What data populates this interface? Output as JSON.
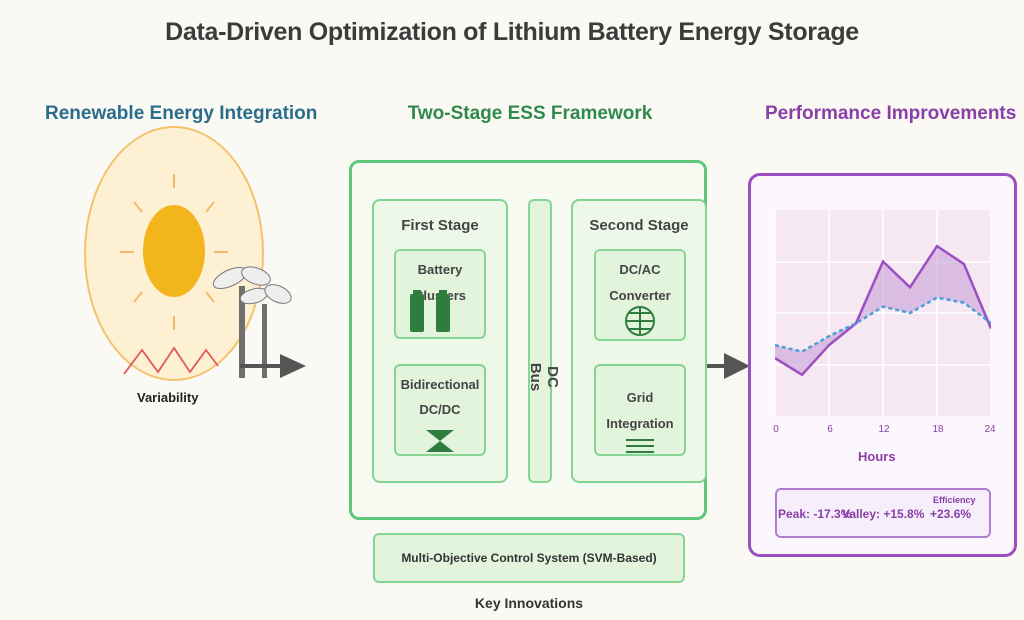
{
  "title": "Data-Driven Optimization of Lithium Battery Energy Storage",
  "renewable": {
    "title": "Renewable Energy Integration",
    "variability_label": "Variability"
  },
  "ess": {
    "title": "Two-Stage ESS Framework",
    "first_stage": {
      "label": "First Stage",
      "battery_label": "Battery Clusters",
      "dcdc_label_1": "Bidirectional",
      "dcdc_label_2": "DC/DC"
    },
    "dc_bus_label": "DC Bus",
    "second_stage": {
      "label": "Second Stage",
      "converter_label_1": "DC/AC",
      "converter_label_2": "Converter",
      "grid_label_1": "Grid",
      "grid_label_2": "Integration"
    },
    "control_label": "Multi-Objective Control System (SVM-Based)",
    "innovations_label": "Key Innovations"
  },
  "performance": {
    "title": "Performance Improvements",
    "chart_data": {
      "type": "line",
      "xlabel": "Hours",
      "x_ticks": [
        "0",
        "6",
        "12",
        "18",
        "24"
      ],
      "xlim": [
        0,
        24
      ],
      "series": [
        {
          "style": "solid",
          "color": "#9b4fc0",
          "x": [
            0,
            3,
            6,
            9,
            12,
            15,
            18,
            21,
            24
          ],
          "y": [
            0.45,
            0.32,
            0.55,
            0.72,
            1.2,
            1.0,
            1.32,
            1.18,
            0.68
          ]
        },
        {
          "style": "dashed",
          "color": "#4a9fd8",
          "x": [
            0,
            3,
            6,
            9,
            12,
            15,
            18,
            21,
            24
          ],
          "y": [
            0.55,
            0.5,
            0.62,
            0.72,
            0.85,
            0.8,
            0.92,
            0.88,
            0.72
          ]
        }
      ]
    },
    "metrics": {
      "peak": "Peak: -17.3%",
      "valley": "Valley: +15.8%",
      "efficiency_label": "Efficiency",
      "efficiency_value": "+23.6%"
    }
  },
  "colors": {
    "renewable_accent": "#2a6c8c",
    "ess_accent": "#2f8a4c",
    "performance_accent": "#8a3fa8",
    "sun": "#f2b51c"
  }
}
